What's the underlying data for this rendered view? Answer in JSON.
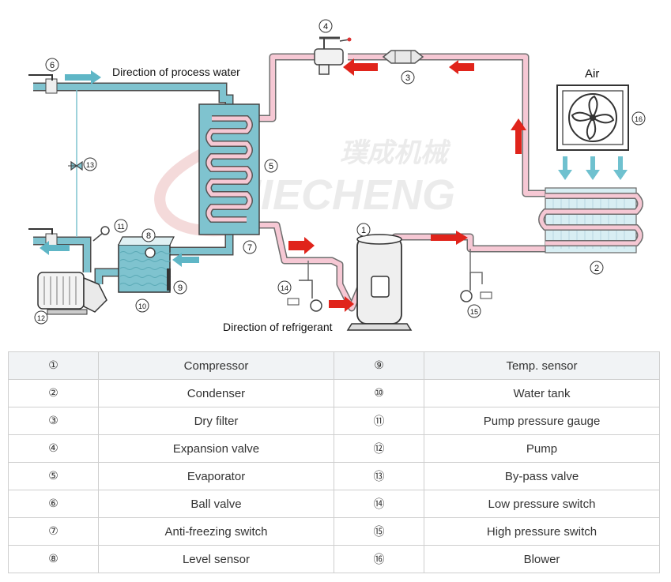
{
  "diagram": {
    "process_water_label": "Direction of process water",
    "refrigerant_label": "Direction of refrigerant",
    "air_label": "Air",
    "watermark_cn": "璞成机械",
    "watermark_en": "JIECHENG",
    "callouts": [
      "1",
      "2",
      "3",
      "4",
      "5",
      "6",
      "7",
      "8",
      "9",
      "10",
      "11",
      "12",
      "13",
      "14",
      "15",
      "16"
    ],
    "colors": {
      "refrigerant_pipe": "#f6c8d4",
      "refrigerant_pipe_edge": "#7a7a7a",
      "water_pipe": "#7fc3cf",
      "water_arrow": "#5fb6c6",
      "refrigerant_arrow": "#e0241b",
      "air_arrow": "#6fc1cf",
      "watermark": "#e6e6e6"
    }
  },
  "legend": {
    "rows": [
      {
        "n1": "①",
        "l1": "Compressor",
        "n2": "⑨",
        "l2": "Temp. sensor"
      },
      {
        "n1": "②",
        "l1": "Condenser",
        "n2": "⑩",
        "l2": "Water tank"
      },
      {
        "n1": "③",
        "l1": "Dry filter",
        "n2": "⑪",
        "l2": "Pump pressure gauge"
      },
      {
        "n1": "④",
        "l1": "Expansion valve",
        "n2": "⑫",
        "l2": "Pump"
      },
      {
        "n1": "⑤",
        "l1": "Evaporator",
        "n2": "⑬",
        "l2": "By-pass valve"
      },
      {
        "n1": "⑥",
        "l1": "Ball valve",
        "n2": "⑭",
        "l2": "Low pressure switch"
      },
      {
        "n1": "⑦",
        "l1": "Anti-freezing switch",
        "n2": "⑮",
        "l2": "High pressure switch"
      },
      {
        "n1": "⑧",
        "l1": "Level sensor",
        "n2": "⑯",
        "l2": "Blower"
      }
    ]
  }
}
